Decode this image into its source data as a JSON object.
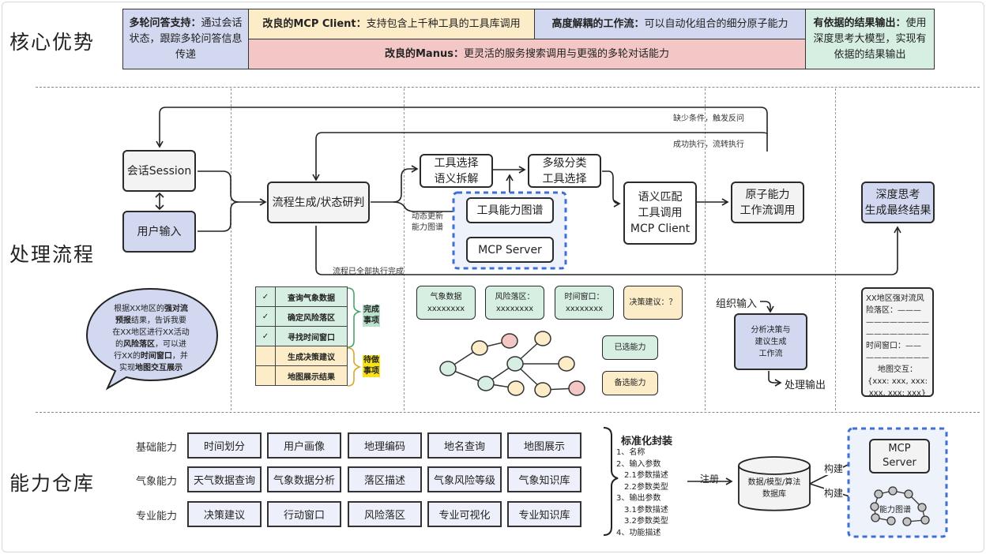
{
  "sections": {
    "advantages": "核心优势",
    "process": "处理流程",
    "capability": "能力仓库"
  },
  "advantages": {
    "multi_turn": {
      "title": "多轮问答支持：",
      "text": "通过会话状态，跟踪多轮问答信息传递"
    },
    "mcp_client": {
      "title": "改良的MCP Client：",
      "text": "支持包含上千种工具的工具库调用"
    },
    "workflow": {
      "title": "高度解耦的工作流：",
      "text": "可以自动化组合的细分原子能力"
    },
    "manus": {
      "title": "改良的Manus：",
      "text": "更灵活的服务搜索调用与更强的多轮对话能力"
    },
    "grounded": {
      "title": "有依据的结果输出：",
      "text": "使用深度思考大模型，实现有依据的结果输出"
    }
  },
  "flow": {
    "session": "会话Session",
    "user_input": "用户输入",
    "process_gen": "流程生成/状态研判",
    "tool_select_1": "工具选择",
    "tool_select_2": "语义拆解",
    "multi_class_1": "多级分类",
    "multi_class_2": "工具选择",
    "tool_graph": "工具能力图谱",
    "mcp_server": "MCP Server",
    "semantic_1": "语义匹配",
    "semantic_2": "工具调用",
    "semantic_3": "MCP Client",
    "atomic_1": "原子能力",
    "atomic_2": "工作流调用",
    "deep_1": "深度思考",
    "deep_2": "生成最终结果",
    "edge_missing": "缺少条件，触发反问",
    "edge_success": "成功执行，流转执行",
    "edge_update_1": "动态更新",
    "edge_update_2": "能力图谱",
    "edge_done": "流程已全部执行完成"
  },
  "bubble": {
    "lines": [
      [
        {
          "t": "根据XX地区的",
          "b": false
        },
        {
          "t": "强对流",
          "b": true
        }
      ],
      [
        {
          "t": "预报",
          "b": true
        },
        {
          "t": "结果，告诉我要",
          "b": false
        }
      ],
      [
        {
          "t": "在XX地区进行XX活动",
          "b": false
        }
      ],
      [
        {
          "t": "的",
          "b": false
        },
        {
          "t": "风险落区",
          "b": true
        },
        {
          "t": "，可以进",
          "b": false
        }
      ],
      [
        {
          "t": "行XX的",
          "b": false
        },
        {
          "t": "时间窗口",
          "b": true
        },
        {
          "t": "，并",
          "b": false
        }
      ],
      [
        {
          "t": "实现",
          "b": false
        },
        {
          "t": "地图交互展示",
          "b": true
        }
      ]
    ]
  },
  "todo": {
    "items": [
      {
        "check": "✓",
        "label": "查询气象数据",
        "done": true
      },
      {
        "check": "✓",
        "label": "确定风险落区",
        "done": true
      },
      {
        "check": "✓",
        "label": "寻找时间窗口",
        "done": true
      },
      {
        "check": "",
        "label": "生成决策建议",
        "done": false
      },
      {
        "check": "",
        "label": "地图展示结果",
        "done": false
      }
    ],
    "done_label_1": "完成",
    "done_label_2": "事项",
    "pending_label_1": "待做",
    "pending_label_2": "事项",
    "done_color": "#b9e2cc",
    "pending_color": "#f7e21a"
  },
  "state_cards": [
    {
      "l1": "气象数据",
      "l2": "xxxxxxxx",
      "status": "done"
    },
    {
      "l1": "风险落区：",
      "l2": "xxxxxxxx",
      "status": "done"
    },
    {
      "l1": "时间窗口：",
      "l2": "xxxxxxxx",
      "status": "done"
    },
    {
      "l1": "决策建议：？",
      "l2": "",
      "status": "pending"
    }
  ],
  "legend": {
    "selected": "已选能力",
    "candidate": "备选能力"
  },
  "decision": {
    "input": "组织输入",
    "box_1": "分析决策与",
    "box_2": "建议生成",
    "box_3": "工作流",
    "output": "处理输出"
  },
  "result": {
    "lines": [
      "XX地区强对流风",
      "险落区：———",
      "————————",
      "————————",
      "时间窗口：——",
      "————————",
      "地图交互：",
      "{xxx: xxx, xxx:",
      "xxx, xxx: xxx}"
    ]
  },
  "capabilities": {
    "rows": [
      {
        "label": "基础能力",
        "items": [
          "时间划分",
          "用户画像",
          "地理编码",
          "地名查询",
          "地图展示"
        ]
      },
      {
        "label": "气象能力",
        "items": [
          "天气数据查询",
          "气象数据分析",
          "落区描述",
          "气象风险等级",
          "气象知识库"
        ]
      },
      {
        "label": "专业能力",
        "items": [
          "决策建议",
          "行动窗口",
          "风险落区",
          "专业可视化",
          "专业知识库"
        ]
      }
    ]
  },
  "standard": {
    "title": "标准化封装",
    "items": [
      "1、名称",
      "2、输入参数",
      "　2.1参数描述",
      "　2.2参数类型",
      "3、输出参数",
      "　3.1参数描述",
      "　3.2参数类型",
      "4、功能描述"
    ]
  },
  "registry": {
    "register": "注册",
    "db_1": "数据/模型/算法",
    "db_2": "数据库",
    "build_1": "构建",
    "build_2": "构建",
    "mcp_1": "MCP",
    "mcp_2": "Server",
    "graph": "能力图谱"
  },
  "colors": {
    "blue": "#d1d8ef",
    "gray": "#f3f3f3",
    "yellow": "#fcecc8",
    "pink": "#f4c7c7",
    "green": "#d6efe2",
    "dash_blue": "#3f6fd1"
  }
}
